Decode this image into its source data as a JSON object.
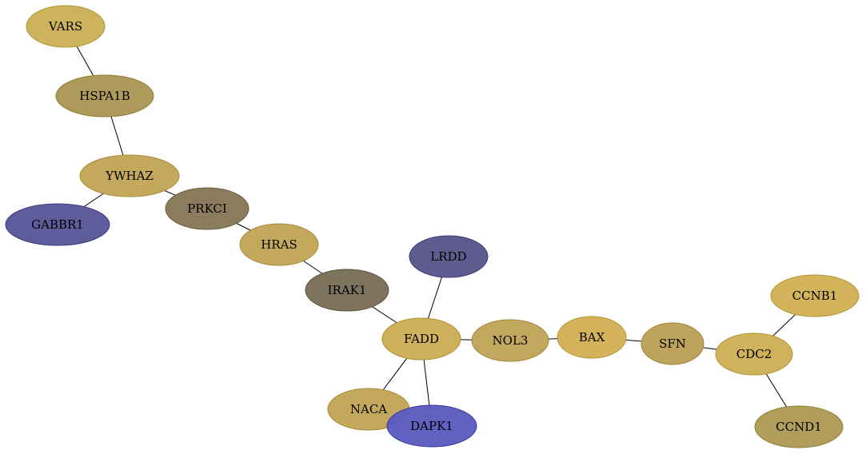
{
  "nodes": [
    {
      "id": "VARS",
      "label": "VARS",
      "color": "#cdb35c",
      "stroke": "#b09535"
    },
    {
      "id": "HSPA1B",
      "label": "HSPA1B",
      "color": "#ae9b5c",
      "stroke": "#8e7c38"
    },
    {
      "id": "YWHAZ",
      "label": "YWHAZ",
      "color": "#c4a95c",
      "stroke": "#a58b38"
    },
    {
      "id": "GABBR1",
      "label": "GABBR1",
      "color": "#5e5c9a",
      "stroke": "#3c3a80"
    },
    {
      "id": "PRKCI",
      "label": "PRKCI",
      "color": "#8a7c5c",
      "stroke": "#6a5c3c"
    },
    {
      "id": "HRAS",
      "label": "HRAS",
      "color": "#c4a95c",
      "stroke": "#a58b38"
    },
    {
      "id": "IRAK1",
      "label": "IRAK1",
      "color": "#7e735c",
      "stroke": "#5e543c"
    },
    {
      "id": "LRDD",
      "label": "LRDD",
      "color": "#5e5c8e",
      "stroke": "#3c3a76"
    },
    {
      "id": "FADD",
      "label": "FADD",
      "color": "#cfb05c",
      "stroke": "#b0912f"
    },
    {
      "id": "NOL3",
      "label": "NOL3",
      "color": "#c2a75f",
      "stroke": "#a38838"
    },
    {
      "id": "BAX",
      "label": "BAX",
      "color": "#d4b35c",
      "stroke": "#b59430"
    },
    {
      "id": "SFN",
      "label": "SFN",
      "color": "#bea35c",
      "stroke": "#9e8538"
    },
    {
      "id": "CDC2",
      "label": "CDC2",
      "color": "#d0b25c",
      "stroke": "#b19330"
    },
    {
      "id": "CCNB1",
      "label": "CCNB1",
      "color": "#d3b45c",
      "stroke": "#b49530"
    },
    {
      "id": "CCND1",
      "label": "CCND1",
      "color": "#b19e5c",
      "stroke": "#918038"
    },
    {
      "id": "NACA",
      "label": "NACA",
      "color": "#c4a95c",
      "stroke": "#a58b38"
    },
    {
      "id": "DAPK1",
      "label": "DAPK1",
      "color": "#5c5cc0",
      "stroke": "#3a3aa0"
    }
  ],
  "edges": [
    [
      "VARS",
      "HSPA1B"
    ],
    [
      "HSPA1B",
      "YWHAZ"
    ],
    [
      "YWHAZ",
      "GABBR1"
    ],
    [
      "YWHAZ",
      "PRKCI"
    ],
    [
      "PRKCI",
      "HRAS"
    ],
    [
      "HRAS",
      "IRAK1"
    ],
    [
      "IRAK1",
      "FADD"
    ],
    [
      "LRDD",
      "FADD"
    ],
    [
      "FADD",
      "NOL3"
    ],
    [
      "NOL3",
      "BAX"
    ],
    [
      "BAX",
      "SFN"
    ],
    [
      "SFN",
      "CDC2"
    ],
    [
      "CDC2",
      "CCNB1"
    ],
    [
      "CDC2",
      "CCND1"
    ],
    [
      "FADD",
      "NACA"
    ],
    [
      "FADD",
      "DAPK1"
    ]
  ]
}
